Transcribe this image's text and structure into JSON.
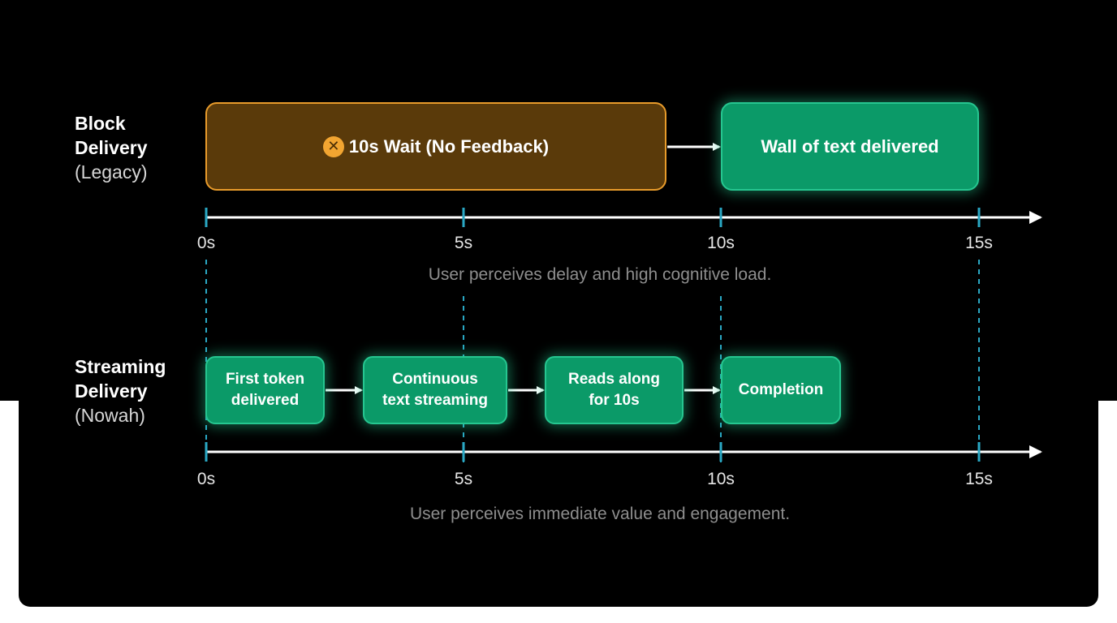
{
  "block_delivery": {
    "title": "Block Delivery",
    "subtitle": "(Legacy)",
    "wait_box": {
      "icon": "close-circle-icon",
      "label": "10s Wait (No Feedback)"
    },
    "result_box": {
      "label": "Wall of text delivered"
    },
    "axis_ticks": [
      "0s",
      "5s",
      "10s",
      "15s"
    ],
    "caption": "User perceives delay and high cognitive load."
  },
  "streaming_delivery": {
    "title": "Streaming Delivery",
    "subtitle": "(Nowah)",
    "steps": [
      {
        "line1": "First token",
        "line2": "delivered"
      },
      {
        "line1": "Continuous",
        "line2": "text streaming"
      },
      {
        "line1": "Reads along",
        "line2": "for 10s"
      },
      {
        "line1": "Completion",
        "line2": ""
      }
    ],
    "axis_ticks": [
      "0s",
      "5s",
      "10s",
      "15s"
    ],
    "caption": "User perceives immediate value and engagement."
  },
  "colors": {
    "background": "#000000",
    "step_green": "#0b9a68",
    "wait_brown": "#5a3a0a",
    "wait_border": "#e89b2b",
    "tick_cyan": "#2aa8c4",
    "axis": "#ffffff"
  }
}
